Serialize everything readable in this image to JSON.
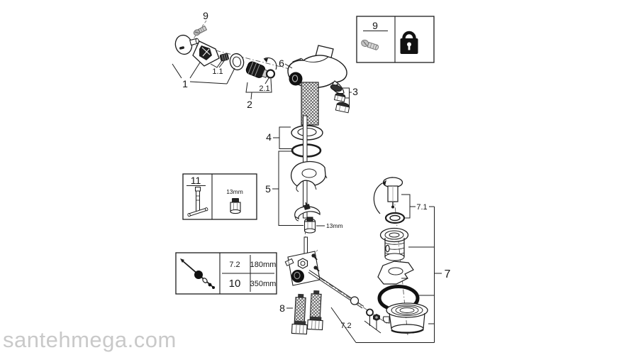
{
  "watermark": {
    "text": "santehmega.com",
    "color": "#c9c9c9"
  },
  "diagram": {
    "callouts": {
      "n9": "9",
      "n1": "1",
      "n1_1": "1.1",
      "n2": "2",
      "n2_1": "2.1",
      "n3": "3",
      "n4": "4",
      "n5": "5",
      "n6": "6",
      "n7": "7",
      "n7_1": "7.1",
      "n7_2": "7.2",
      "n8": "8"
    },
    "annotations": {
      "nut_size_inline": "13mm"
    }
  },
  "lock_box": {
    "part_number": "9",
    "icon": "padlock-icon"
  },
  "tool_box": {
    "part_number": "11",
    "nut_size": "13mm"
  },
  "length_box": {
    "rows": [
      {
        "ref": "7.2",
        "length": "180mm"
      },
      {
        "ref": "10",
        "length": "350mm"
      }
    ]
  },
  "colors": {
    "line": "#1c1c1c",
    "background": "#ffffff",
    "watermark": "#c9c9c9"
  }
}
